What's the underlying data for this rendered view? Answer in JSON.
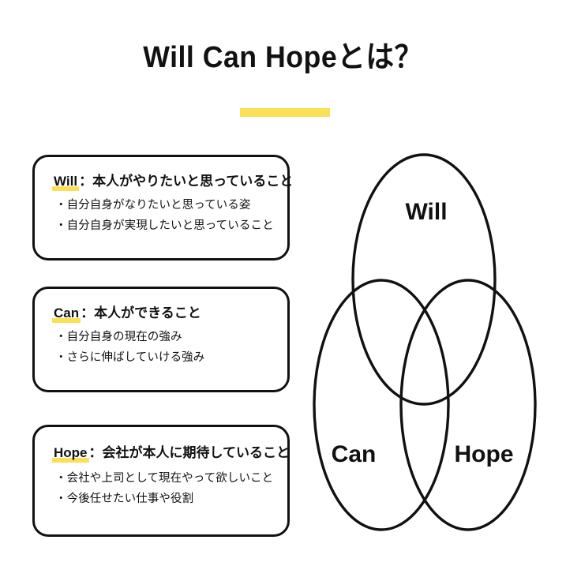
{
  "slide": {
    "background_color": "#ffffff",
    "accent_color": "#fbdf57",
    "text_color": "#111111",
    "title": "Will Can Hopeとは？"
  },
  "cards": [
    {
      "keyword": "Will",
      "separator": "：",
      "heading_rest": "本人がやりたいと思っていること",
      "bullets": [
        "・自分自身がなりたいと思っている姿",
        "・自分自身が実現したいと思っていること"
      ]
    },
    {
      "keyword": "Can",
      "separator": "：",
      "heading_rest": "本人ができること",
      "bullets": [
        "・自分自身の現在の強み",
        "・さらに伸ばしていける強み"
      ]
    },
    {
      "keyword": "Hope",
      "separator": "：",
      "heading_rest": "会社が本人に期待していること",
      "bullets": [
        "・会社や上司として現在やって欲しいこと",
        "・今後任せたい仕事や役割"
      ]
    }
  ],
  "venn": {
    "circles": [
      {
        "label": "Will",
        "position": "top"
      },
      {
        "label": "Can",
        "position": "bottom-left"
      },
      {
        "label": "Hope",
        "position": "bottom-right"
      }
    ]
  }
}
